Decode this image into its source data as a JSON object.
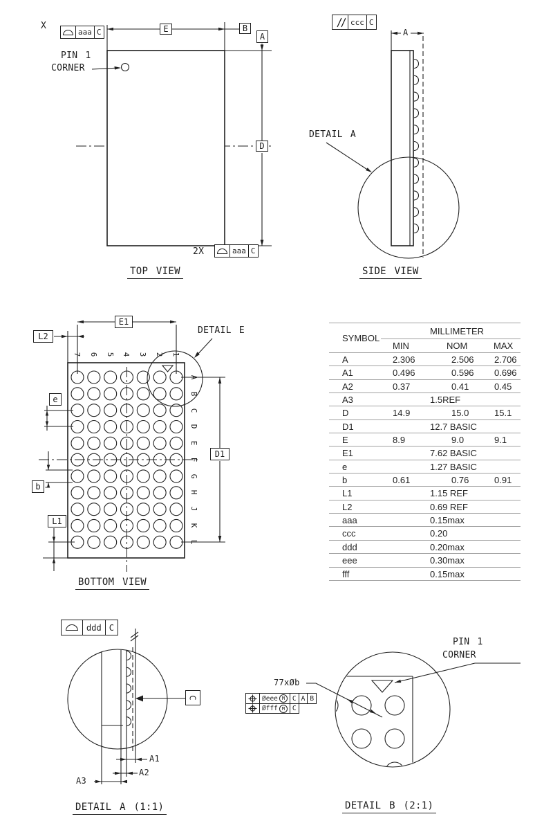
{
  "colors": {
    "line": "#1f1f1f",
    "table_line": "#a0a0a0",
    "text": "#1c1c1c"
  },
  "labels": {
    "top": {
      "x": "X",
      "two_x": "2X",
      "pin1a": "PIN 1",
      "pin1b": "CORNER",
      "title": "TOP VIEW",
      "dim_E": "E",
      "dat_B": "B",
      "dat_A": "A",
      "dim_D": "D"
    },
    "side": {
      "title": "SIDE VIEW",
      "detail": "DETAIL A",
      "dim_A": "A"
    },
    "bottom": {
      "title": "BOTTOM VIEW",
      "detail": "DETAIL E",
      "dim_E1": "E1",
      "dim_D1": "D1",
      "dim_L2": "L2",
      "dim_e": "e",
      "dim_b": "b",
      "dim_L1": "L1",
      "cols": [
        "7",
        "6",
        "5",
        "4",
        "3",
        "2",
        "1"
      ],
      "rows": [
        "A",
        "B",
        "C",
        "D",
        "E",
        "F",
        "G",
        "H",
        "J",
        "K",
        "L"
      ]
    },
    "detail_a": {
      "title": "DETAIL A (1:1)",
      "dat_C": "C",
      "dim_A1": "A1",
      "dim_A2": "A2",
      "dim_A3": "A3"
    },
    "detail_b": {
      "title": "DETAIL B (2:1)",
      "pin1a": "PIN 1",
      "pin1b": "CORNER",
      "ball_callout": "77xØb"
    },
    "fcf": {
      "aaa": "aaa",
      "ccc": "ccc",
      "ddd": "ddd",
      "eee": "Øeee",
      "fff": "Øfff",
      "m": "M",
      "c": "C",
      "a": "A",
      "b": "B"
    }
  },
  "table": {
    "col_sym": "SYMBOL",
    "col_unit": "MILLIMETER",
    "col_min": "MIN",
    "col_nom": "NOM",
    "col_max": "MAX",
    "rows": [
      {
        "sym": "A",
        "min": "2.306",
        "nom": "2.506",
        "max": "2.706"
      },
      {
        "sym": "A1",
        "min": "0.496",
        "nom": "0.596",
        "max": "0.696"
      },
      {
        "sym": "A2",
        "min": "0.37",
        "nom": "0.41",
        "max": "0.45"
      },
      {
        "sym": "A3",
        "span": "1.5REF"
      },
      {
        "sym": "D",
        "min": "14.9",
        "nom": "15.0",
        "max": "15.1"
      },
      {
        "sym": "D1",
        "span": "12.7 BASIC"
      },
      {
        "sym": "E",
        "min": "8.9",
        "nom": "9.0",
        "max": "9.1"
      },
      {
        "sym": "E1",
        "span": "7.62 BASIC"
      },
      {
        "sym": "e",
        "span": "1.27 BASIC"
      },
      {
        "sym": "b",
        "min": "0.61",
        "nom": "0.76",
        "max": "0.91"
      },
      {
        "sym": "L1",
        "span": "1.15 REF"
      },
      {
        "sym": "L2",
        "span": "0.69 REF"
      },
      {
        "sym": "aaa",
        "span": "0.15max"
      },
      {
        "sym": "ccc",
        "span": "0.20"
      },
      {
        "sym": "ddd",
        "span": "0.20max"
      },
      {
        "sym": "eee",
        "span": "0.30max"
      },
      {
        "sym": "fff",
        "span": "0.15max"
      }
    ]
  }
}
